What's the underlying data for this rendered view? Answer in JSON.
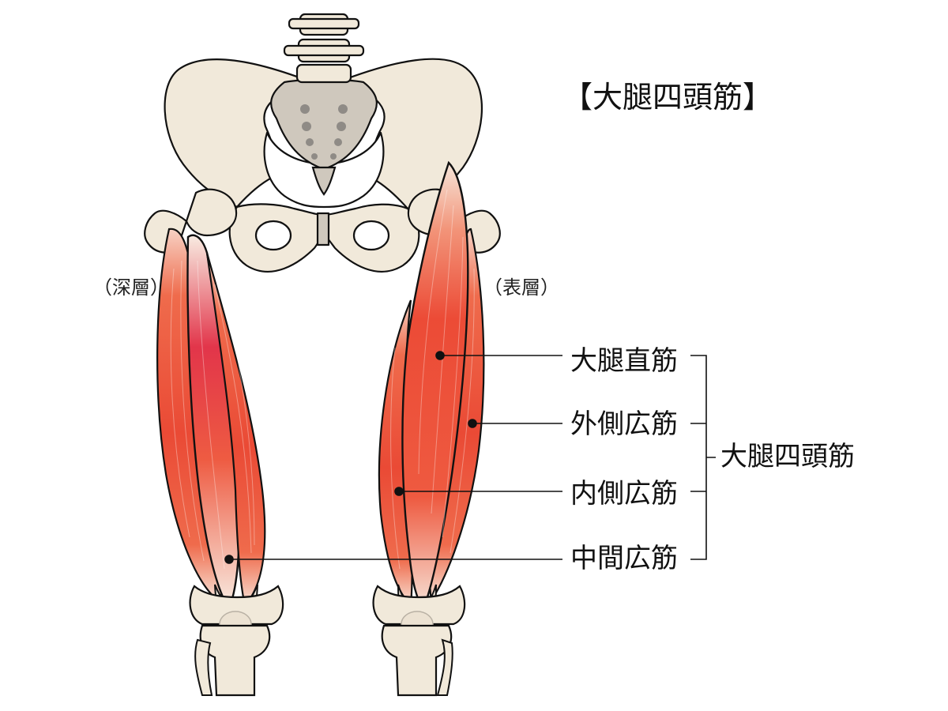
{
  "title": "【大腿四頭筋】",
  "layers": {
    "deep": "（深層）",
    "surface": "（表層）"
  },
  "muscles": [
    "大腿直筋",
    "外側広筋",
    "内側広筋",
    "中間広筋"
  ],
  "group_label": "大腿四頭筋",
  "colors": {
    "bone_fill": "#f1e9da",
    "bone_dark": "#cfc8bd",
    "muscle": "#ef5a3c",
    "muscle_deep": "#e8453a",
    "tendon": "#f5ece0",
    "outline": "#111111"
  }
}
